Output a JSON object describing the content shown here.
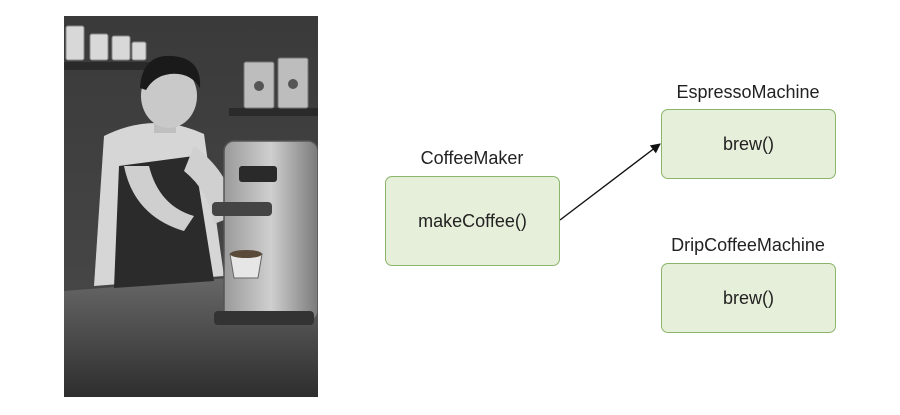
{
  "illustration": {
    "subject": "barista-at-espresso-machine",
    "icon": "barista-illustration"
  },
  "diagram": {
    "nodes": [
      {
        "id": "coffee-maker",
        "title": "CoffeeMaker",
        "method": "makeCoffee()"
      },
      {
        "id": "espresso-machine",
        "title": "EspressoMachine",
        "method": "brew()"
      },
      {
        "id": "drip-coffee-machine",
        "title": "DripCoffeeMachine",
        "method": "brew()"
      }
    ],
    "edges": [
      {
        "from": "coffee-maker",
        "to": "espresso-machine",
        "style": "arrow"
      }
    ],
    "colors": {
      "box_fill": "#e6efd9",
      "box_border": "#8ab56a",
      "arrow": "#111111"
    }
  }
}
